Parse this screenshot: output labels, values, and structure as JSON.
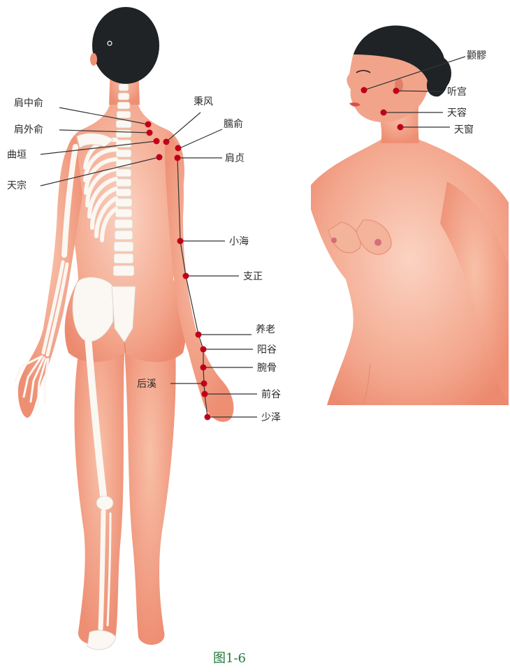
{
  "figure": {
    "caption": "图1-6",
    "colors": {
      "skin": "#f09a80",
      "skin_light": "#f8c7b2",
      "point": "#c0001a",
      "line": "#333333",
      "hair": "#1f2326",
      "bone": "#fbf7f2",
      "caption": "#1f7a3a"
    }
  },
  "back_view": {
    "points": [
      {
        "label": "肩中俞"
      },
      {
        "label": "肩外俞"
      },
      {
        "label": "曲垣"
      },
      {
        "label": "天宗"
      },
      {
        "label": "秉风"
      },
      {
        "label": "臑俞"
      },
      {
        "label": "肩贞"
      },
      {
        "label": "小海"
      },
      {
        "label": "支正"
      },
      {
        "label": "养老"
      },
      {
        "label": "阳谷"
      },
      {
        "label": "腕骨"
      },
      {
        "label": "后溪"
      },
      {
        "label": "前谷"
      },
      {
        "label": "少泽"
      }
    ]
  },
  "side_view": {
    "points": [
      {
        "label": "颧髎"
      },
      {
        "label": "听宫"
      },
      {
        "label": "天容"
      },
      {
        "label": "天窗"
      }
    ]
  }
}
